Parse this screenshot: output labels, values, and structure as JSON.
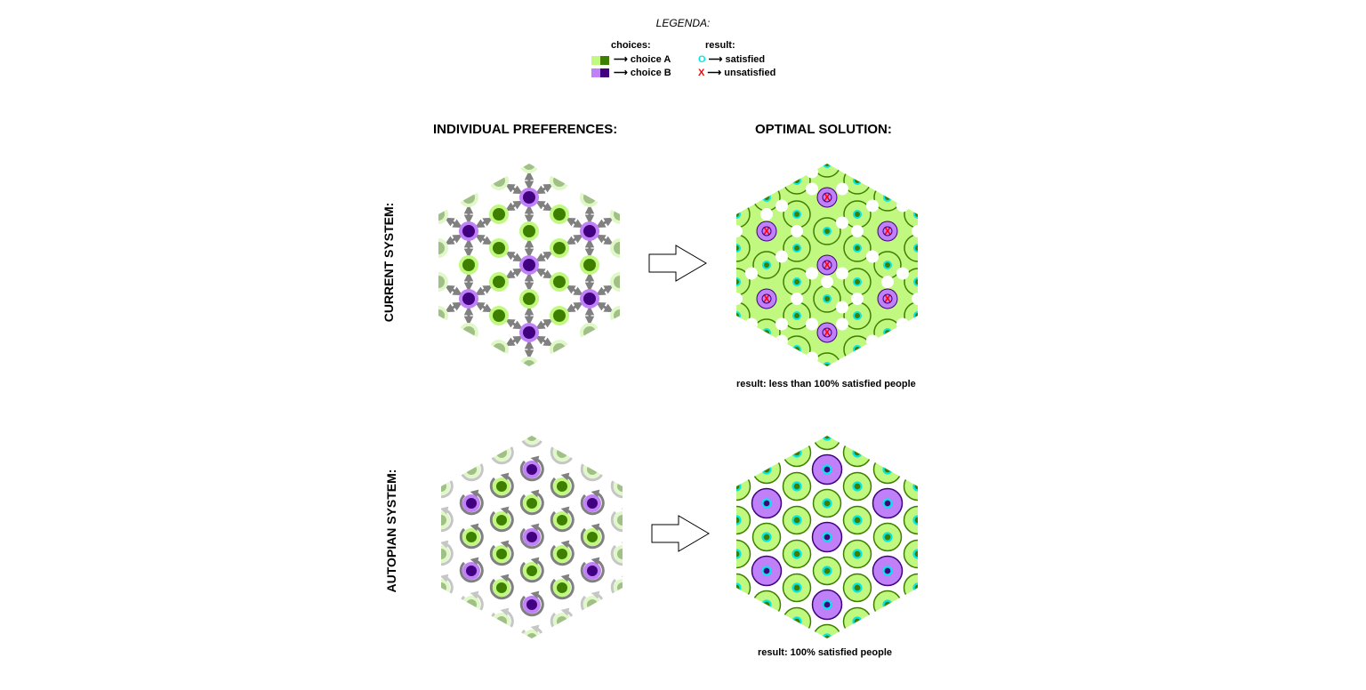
{
  "legend": {
    "title": "LEGENDA:",
    "choices_label": "choices:",
    "result_label": "result:",
    "choice_a": "choice A",
    "choice_b": "choice B",
    "satisfied_mark": "O",
    "satisfied": "satisfied",
    "unsatisfied_mark": "X",
    "unsatisfied": "unsatisfied",
    "arrow": "⟶"
  },
  "headers": {
    "left": "INDIVIDUAL PREFERENCES:",
    "right": "OPTIMAL SOLUTION:"
  },
  "rows": {
    "current": "CURRENT SYSTEM:",
    "autopian": "AUTOPIAN SYSTEM:"
  },
  "results": {
    "current": "result: less than 100% satisfied people",
    "autopian": "result: 100% satisfied people"
  },
  "colors": {
    "green_light": "#c0f880",
    "green_dark": "#3f7f00",
    "purple_light": "#c080f8",
    "purple_dark": "#400080",
    "cyan": "#00e8e8",
    "red": "#ff0000",
    "gray": "#808080"
  }
}
